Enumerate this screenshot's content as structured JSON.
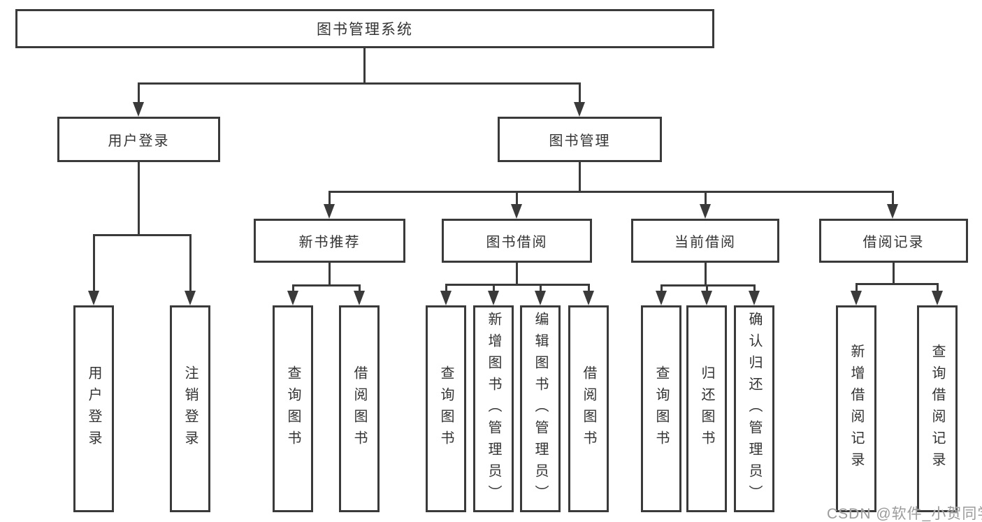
{
  "diagram": {
    "root": {
      "label": "图书管理系统"
    },
    "level2": [
      {
        "label": "用户登录"
      },
      {
        "label": "图书管理"
      }
    ],
    "level3": [
      {
        "label": "新书推荐"
      },
      {
        "label": "图书借阅"
      },
      {
        "label": "当前借阅"
      },
      {
        "label": "借阅记录"
      }
    ],
    "leaves": [
      {
        "parent": "用户登录",
        "label": "用户登录"
      },
      {
        "parent": "用户登录",
        "label": "注销登录"
      },
      {
        "parent": "新书推荐",
        "label": "查询图书"
      },
      {
        "parent": "新书推荐",
        "label": "借阅图书"
      },
      {
        "parent": "图书借阅",
        "label": "查询图书"
      },
      {
        "parent": "图书借阅",
        "label": "新增图书（管理员）"
      },
      {
        "parent": "图书借阅",
        "label": "编辑图书（管理员）"
      },
      {
        "parent": "图书借阅",
        "label": "借阅图书"
      },
      {
        "parent": "当前借阅",
        "label": "查询图书"
      },
      {
        "parent": "当前借阅",
        "label": "归还图书"
      },
      {
        "parent": "当前借阅",
        "label": "确认归还（管理员）"
      },
      {
        "parent": "借阅记录",
        "label": "新增借阅记录"
      },
      {
        "parent": "借阅记录",
        "label": "查询借阅记录"
      }
    ],
    "watermark": "CSDN @软件_小贺同学",
    "colors": {
      "line": "#3a3a3a",
      "text": "#333333",
      "watermark": "#9b9b9b",
      "background": "#ffffff"
    }
  }
}
